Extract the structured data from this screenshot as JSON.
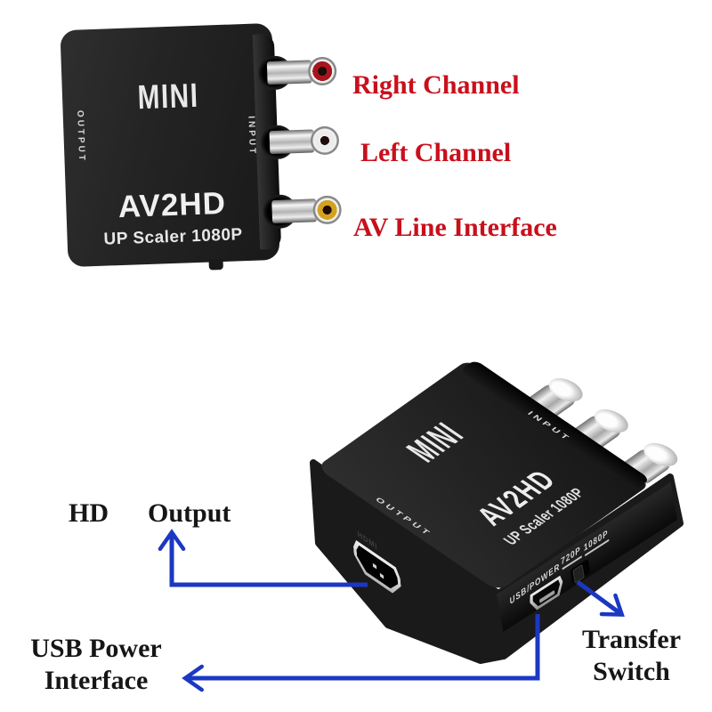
{
  "annotations": {
    "right_channel": "Right Channel",
    "left_channel": "Left Channel",
    "av_line_interface": "AV Line Interface",
    "hd": "HD",
    "output": "Output",
    "usb_power_line1": "USB Power",
    "usb_power_line2": "Interface",
    "transfer_line1": "Transfer",
    "transfer_line2": "Switch",
    "label_red_color": "#c8101c",
    "label_black_color": "#161616",
    "arrow_blue_color": "#1b38c3"
  },
  "front_device": {
    "logo": "MINI",
    "output_label": "OUTPUT",
    "input_label": "INPUT",
    "model": "AV2HD",
    "subtitle": "UP Scaler 1080P",
    "connectors": [
      {
        "name": "right-audio-rca",
        "ring_color": "#a8161d"
      },
      {
        "name": "left-audio-rca",
        "ring_color": "#ececec"
      },
      {
        "name": "composite-video-rca",
        "ring_color": "#d3a21f"
      }
    ]
  },
  "angled_device": {
    "logo": "MINI",
    "output_label": "OUTPUT",
    "input_label": "INPUT",
    "model": "AV2HD",
    "subtitle": "UP Scaler 1080P",
    "usb_power_label": "USB/POWER",
    "res_720_label": "720P",
    "res_1080_label": "1080P",
    "hdmi_label": "HDMI"
  }
}
